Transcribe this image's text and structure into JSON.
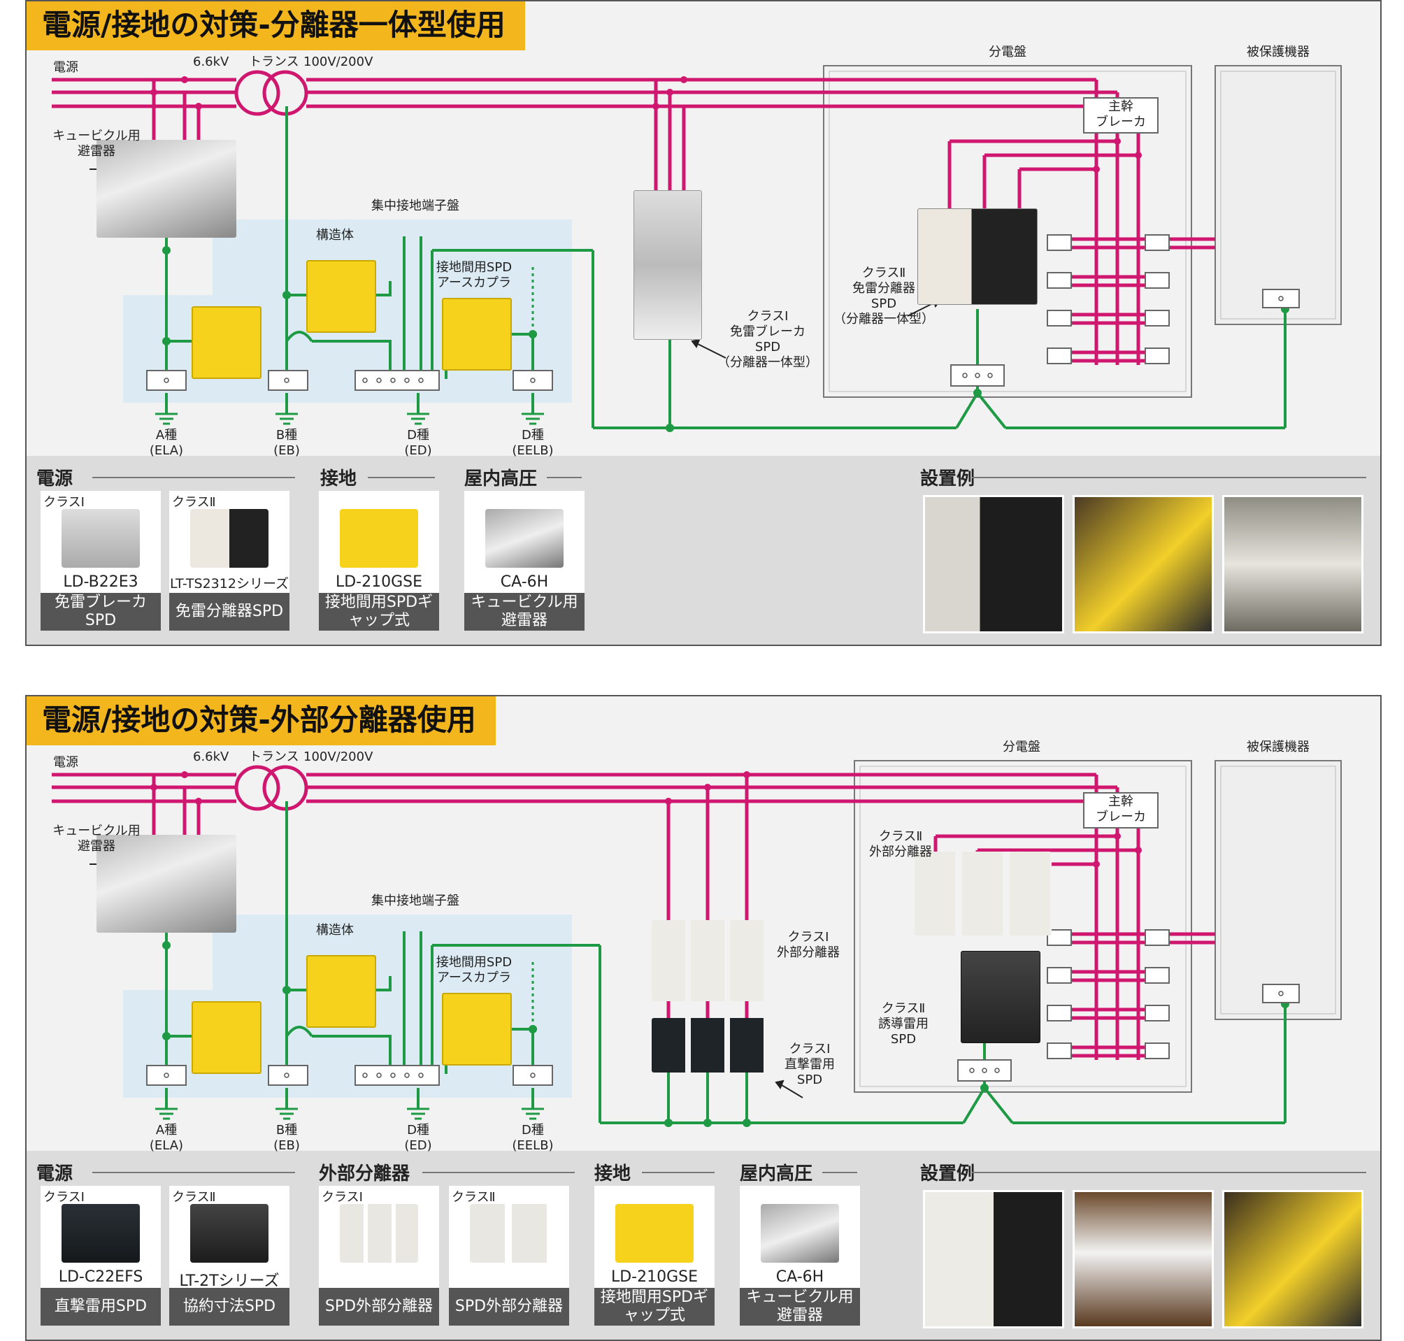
{
  "panel1": {
    "title": "電源/接地の対策-分離器一体型使用",
    "labels": {
      "source": "電源",
      "hv": "6.6kV",
      "trans": "トランス",
      "lv": "100V/200V",
      "cubicle_line1": "キュービクル用",
      "cubicle_line2": "避雷器",
      "earth_board": "集中接地端子盤",
      "structure": "構造体",
      "spd_coupler_line1": "接地間用SPD",
      "spd_coupler_line2": "アースカプラ",
      "dist_board": "分電盤",
      "protected": "被保護機器",
      "main_breaker_line1": "主幹",
      "main_breaker_line2": "ブレーカ",
      "class1_line1": "クラスⅠ",
      "class1_line2": "免雷ブレーカ",
      "class1_line3": "SPD",
      "class1_line4": "（分離器一体型）",
      "class2_line1": "クラスⅡ",
      "class2_line2": "免雷分離器",
      "class2_line3": "SPD",
      "class2_line4": "（分離器一体型）"
    },
    "grounds": [
      {
        "type": "A種",
        "code": "(ELA)"
      },
      {
        "type": "B種",
        "code": "(EB)"
      },
      {
        "type": "D種",
        "code": "(ED)"
      },
      {
        "type": "D種",
        "code": "(EELB)"
      }
    ],
    "groups": [
      {
        "title": "電源",
        "cards": [
          {
            "class": "クラスⅠ",
            "model": "LD-B22E3",
            "desc": "免雷ブレーカSPD"
          },
          {
            "class": "クラスⅡ",
            "model": "LT-TS2312シリーズ",
            "desc": "免雷分離器SPD"
          }
        ]
      },
      {
        "title": "接地",
        "cards": [
          {
            "class": "",
            "model": "LD-210GSE",
            "desc": "接地間用SPDギャップ式"
          }
        ]
      },
      {
        "title": "屋内高圧",
        "cards": [
          {
            "class": "",
            "model": "CA-6H",
            "desc": "キュービクル用避雷器"
          }
        ]
      }
    ],
    "install_title": "設置例"
  },
  "panel2": {
    "title": "電源/接地の対策-外部分離器使用",
    "labels": {
      "source": "電源",
      "hv": "6.6kV",
      "trans": "トランス",
      "lv": "100V/200V",
      "cubicle_line1": "キュービクル用",
      "cubicle_line2": "避雷器",
      "earth_board": "集中接地端子盤",
      "structure": "構造体",
      "spd_coupler_line1": "接地間用SPD",
      "spd_coupler_line2": "アースカプラ",
      "dist_board": "分電盤",
      "protected": "被保護機器",
      "main_breaker_line1": "主幹",
      "main_breaker_line2": "ブレーカ",
      "ext_class1_line1": "クラスⅠ",
      "ext_class1_line2": "外部分離器",
      "direct_class1_line1": "クラスⅠ",
      "direct_class1_line2": "直撃雷用",
      "direct_class1_line3": "SPD",
      "ext_class2_line1": "クラスⅡ",
      "ext_class2_line2": "外部分離器",
      "ind_class2_line1": "クラスⅡ",
      "ind_class2_line2": "誘導雷用",
      "ind_class2_line3": "SPD"
    },
    "grounds": [
      {
        "type": "A種",
        "code": "(ELA)"
      },
      {
        "type": "B種",
        "code": "(EB)"
      },
      {
        "type": "D種",
        "code": "(ED)"
      },
      {
        "type": "D種",
        "code": "(EELB)"
      }
    ],
    "groups": [
      {
        "title": "電源",
        "cards": [
          {
            "class": "クラスⅠ",
            "model": "LD-C22EFS",
            "desc": "直撃雷用SPD"
          },
          {
            "class": "クラスⅡ",
            "model": "LT-2Tシリーズ",
            "desc": "協約寸法SPD"
          }
        ]
      },
      {
        "title": "外部分離器",
        "cards": [
          {
            "class": "クラスⅠ",
            "model": "",
            "desc": "SPD外部分離器"
          },
          {
            "class": "クラスⅡ",
            "model": "",
            "desc": "SPD外部分離器"
          }
        ]
      },
      {
        "title": "接地",
        "cards": [
          {
            "class": "",
            "model": "LD-210GSE",
            "desc": "接地間用SPDギャップ式"
          }
        ]
      },
      {
        "title": "屋内高圧",
        "cards": [
          {
            "class": "",
            "model": "CA-6H",
            "desc": "キュービクル用避雷器"
          }
        ]
      }
    ],
    "install_title": "設置例"
  },
  "colors": {
    "power_line": "#d0176f",
    "ground_line": "#1e9a45",
    "title_bg": "#f3b61d",
    "earth_area": "#dcebf3",
    "spd_yellow": "#f7d21c"
  }
}
